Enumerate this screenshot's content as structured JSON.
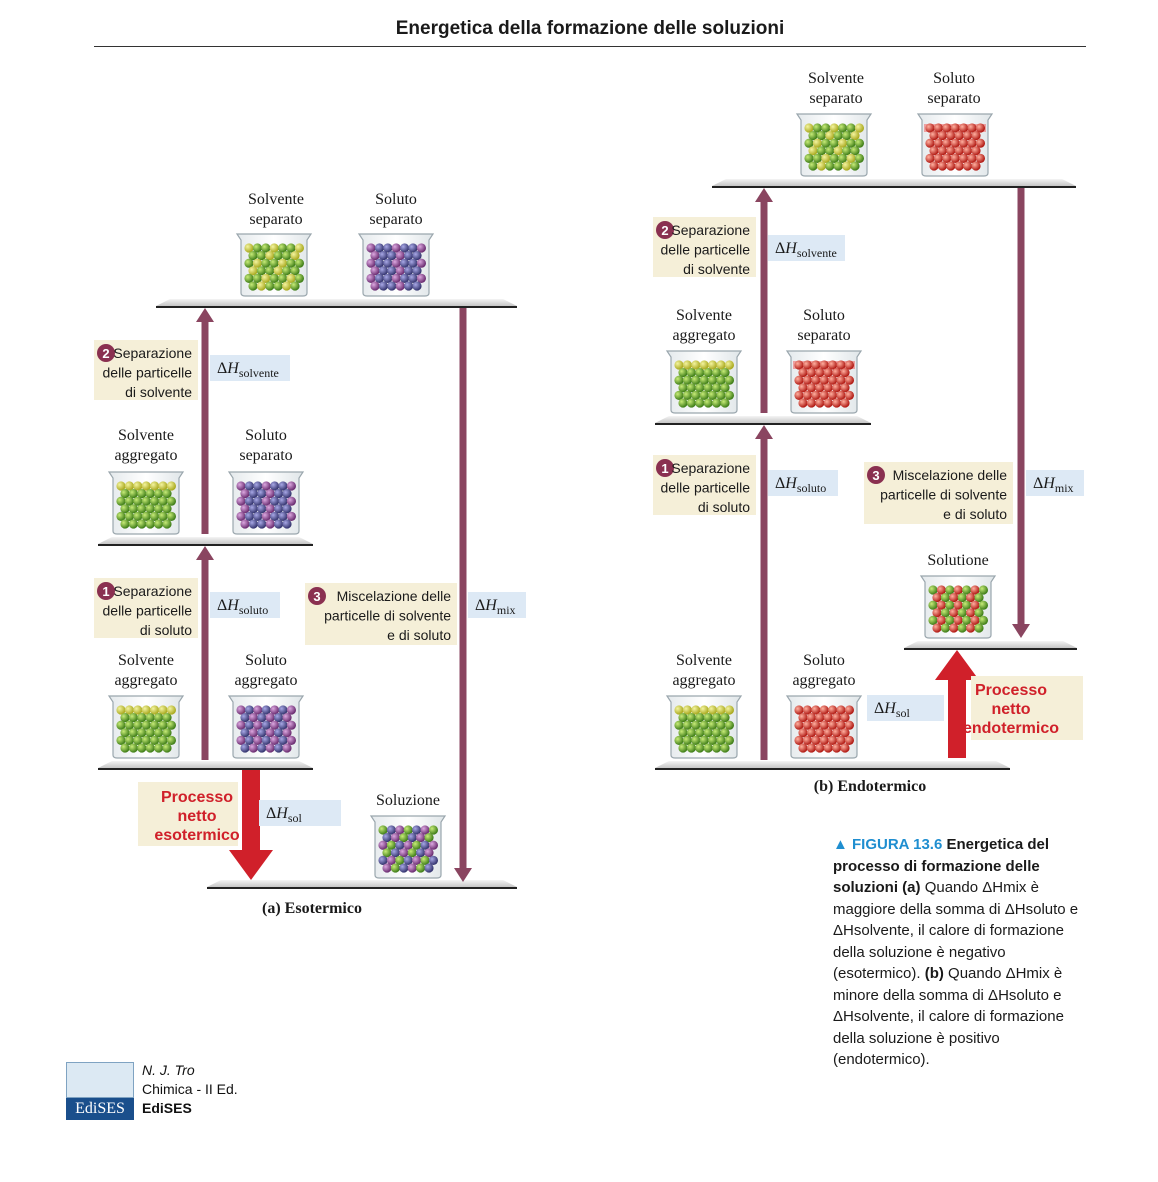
{
  "page_title": "Energetica della formazione delle soluzioni",
  "panel_a": {
    "caption": "(a) Esotermico",
    "top": {
      "solvent": [
        "Solvente",
        "separato"
      ],
      "solute": [
        "Soluto",
        "separato"
      ]
    },
    "middle": {
      "solvent": [
        "Solvente",
        "aggregato"
      ],
      "solute": [
        "Soluto",
        "separato"
      ]
    },
    "bottom": {
      "solvent": [
        "Solvente",
        "aggregato"
      ],
      "solute": [
        "Soluto",
        "aggregato"
      ]
    },
    "solution": "Soluzione",
    "step1": {
      "num": "1",
      "lines": [
        "Separazione",
        "delle particelle",
        "di soluto"
      ],
      "dh_sub": "soluto"
    },
    "step2": {
      "num": "2",
      "lines": [
        "Separazione",
        "delle particelle",
        "di solvente"
      ],
      "dh_sub": "solvente"
    },
    "step3": {
      "num": "3",
      "lines": [
        "Miscelazione delle",
        "particelle di solvente",
        "e di soluto"
      ],
      "dh_sub": "mix"
    },
    "net": {
      "lines": [
        "Processo",
        "netto",
        "esotermico"
      ],
      "dh_sub": "sol"
    }
  },
  "panel_b": {
    "caption": "(b) Endotermico",
    "top": {
      "solvent": [
        "Solvente",
        "separato"
      ],
      "solute": [
        "Soluto",
        "separato"
      ]
    },
    "middle": {
      "solvent": [
        "Solvente",
        "aggregato"
      ],
      "solute": [
        "Soluto",
        "separato"
      ]
    },
    "bottom": {
      "solvent": [
        "Solvente",
        "aggregato"
      ],
      "solute": [
        "Soluto",
        "aggregato"
      ]
    },
    "solution": "Solutione",
    "step1": {
      "num": "1",
      "lines": [
        "Separazione",
        "delle particelle",
        "di soluto"
      ],
      "dh_sub": "soluto"
    },
    "step2": {
      "num": "2",
      "lines": [
        "Separazione",
        "delle particelle",
        "di solvente"
      ],
      "dh_sub": "solvente"
    },
    "step3": {
      "num": "3",
      "lines": [
        "Miscelazione delle",
        "particelle di solvente",
        "e di soluto"
      ],
      "dh_sub": "mix"
    },
    "net": {
      "lines": [
        "Processo",
        "netto",
        "endotermico"
      ],
      "dh_sub": "sol"
    }
  },
  "delta_h": "ΔH",
  "figure_caption": {
    "fig_label": "▲ FIGURA 13.6",
    "lead": "Energetica del processo di formazione delle soluzioni",
    "a_label": "(a)",
    "a_text": "Quando ΔHmix è maggiore della somma di ΔHsoluto e ΔHsolvente, il calore di formazione della soluzione è negativo (esotermico).",
    "b_label": "(b)",
    "b_text": "Quando ΔHmix è minore della somma di ΔHsoluto e ΔHsolvente, il calore di formazione della soluzione è positivo (endotermico)."
  },
  "credit": {
    "author": "N. J. Tro",
    "book": "Chimica - II Ed.",
    "publisher": "EdiSES",
    "logo_text": "EdiSES"
  },
  "colors": {
    "arrow": "#8a4560",
    "net_arrow": "#d0202a",
    "net_text": "#d0202a",
    "step_box": "#f5efd8",
    "dh_box": "#dde9f5",
    "badge": "#8a3050",
    "green": "#6aa832",
    "yellow": "#d4d43c",
    "purple": "#5a5aa0",
    "violet": "#9a5aa0",
    "red": "#e23a30"
  }
}
